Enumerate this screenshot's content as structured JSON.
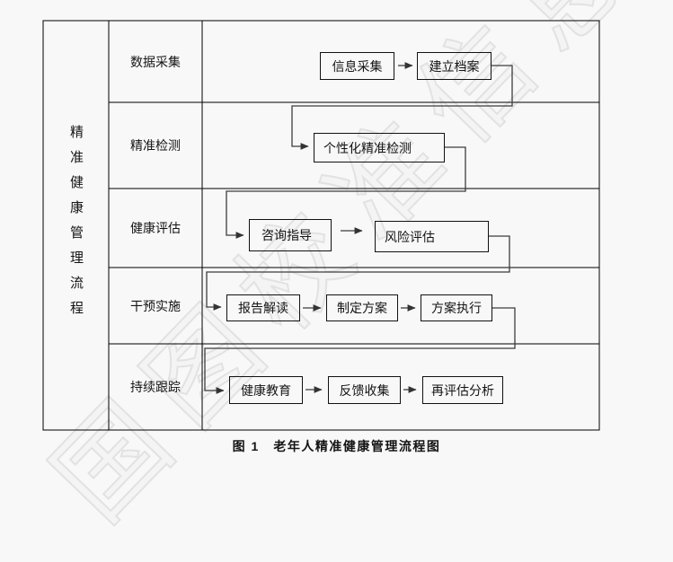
{
  "watermark": {
    "text": "国图校准信息"
  },
  "side_label": "精准健康管理流程",
  "rows": [
    {
      "label": "数据采集",
      "boxes": [
        "信息采集",
        "建立档案"
      ]
    },
    {
      "label": "精准检测",
      "boxes": [
        "个性化精准检测"
      ]
    },
    {
      "label": "健康评估",
      "boxes": [
        "咨询指导",
        "风险评估"
      ]
    },
    {
      "label": "干预实施",
      "boxes": [
        "报告解读",
        "制定方案",
        "方案执行"
      ]
    },
    {
      "label": "持续跟踪",
      "boxes": [
        "健康教育",
        "反馈收集",
        "再评估分析"
      ]
    }
  ],
  "caption": "图 1　老年人精准健康管理流程图",
  "colors": {
    "background": "#f8f8f8",
    "grid_line": "#000000",
    "connector": "#3c3c3c",
    "text": "#141414",
    "watermark": "#e2e2e2"
  }
}
